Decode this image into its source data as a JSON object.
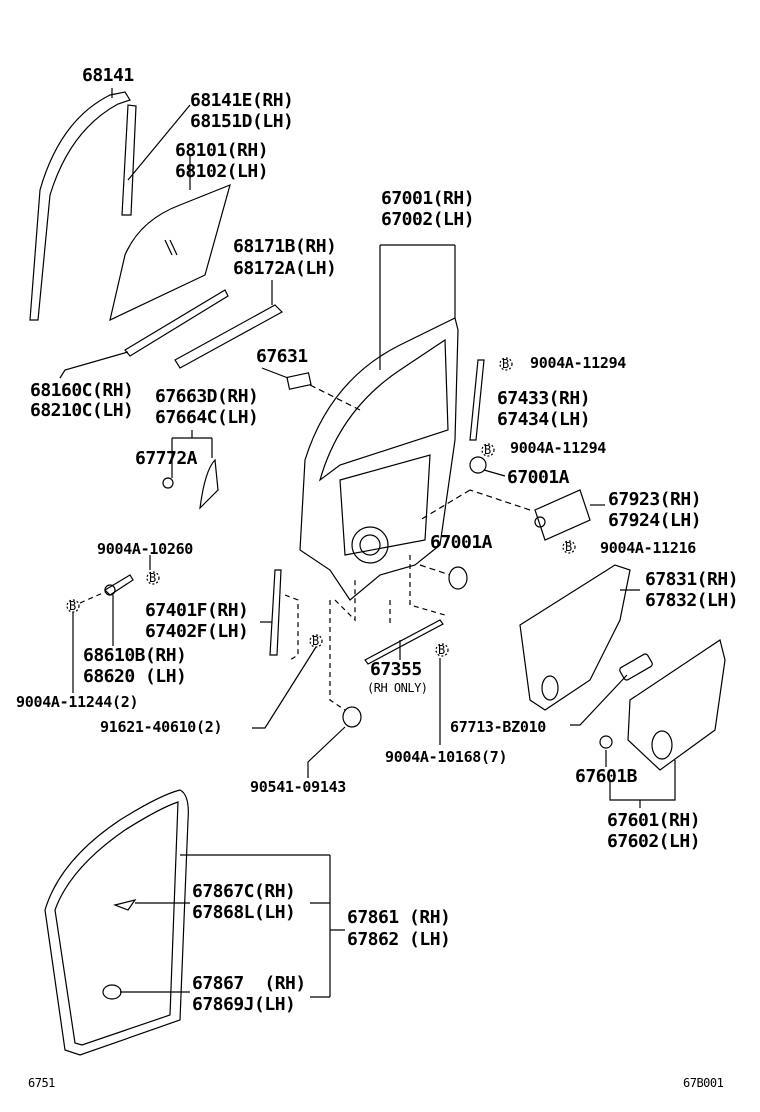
{
  "labels": {
    "p68141": "68141",
    "p68141E": "68141E(RH)",
    "p68151D": "68151D(LH)",
    "p68101": "68101(RH)",
    "p68102": "68102(LH)",
    "p67001": "67001(RH)",
    "p67002": "67002(LH)",
    "p68171B": "68171B(RH)",
    "p68172A": "68172A(LH)",
    "p67631": "67631",
    "b11294a": "9004A-11294",
    "p68160C": "68160C(RH)",
    "p68210C": "68210C(LH)",
    "p67663D": "67663D(RH)",
    "p67664C": "67664C(LH)",
    "p67433": "67433(RH)",
    "p67434": "67434(LH)",
    "b11294b": "9004A-11294",
    "p67772A": "67772A",
    "p67001A_a": "67001A",
    "p67923": "67923(RH)",
    "p67924": "67924(LH)",
    "p67001A_b": "67001A",
    "b11216": "9004A-11216",
    "b10260": "9004A-10260",
    "p67831": "67831(RH)",
    "p67832": "67832(LH)",
    "p67401F": "67401F(RH)",
    "p67402F": "67402F(LH)",
    "p68610B": "68610B(RH)",
    "p68620": "68620 (LH)",
    "p67355": "67355",
    "rh_only": "(RH ONLY)",
    "b11244": "9004A-11244(2)",
    "p91621": "91621-40610(2)",
    "p67713": "67713-BZ010",
    "b10168": "9004A-10168(7)",
    "p67601B": "67601B",
    "p90541": "90541-09143",
    "p67601": "67601(RH)",
    "p67602": "67602(LH)",
    "p67867C": "67867C(RH)",
    "p67868L": "67868L(LH)",
    "p67861": "67861 (RH)",
    "p67862": "67862 (LH)",
    "p67867": "67867  (RH)",
    "p67869J": "67869J(LH)"
  },
  "bolt_marker": "B",
  "footer": {
    "left": "6751",
    "right": "67B001"
  }
}
